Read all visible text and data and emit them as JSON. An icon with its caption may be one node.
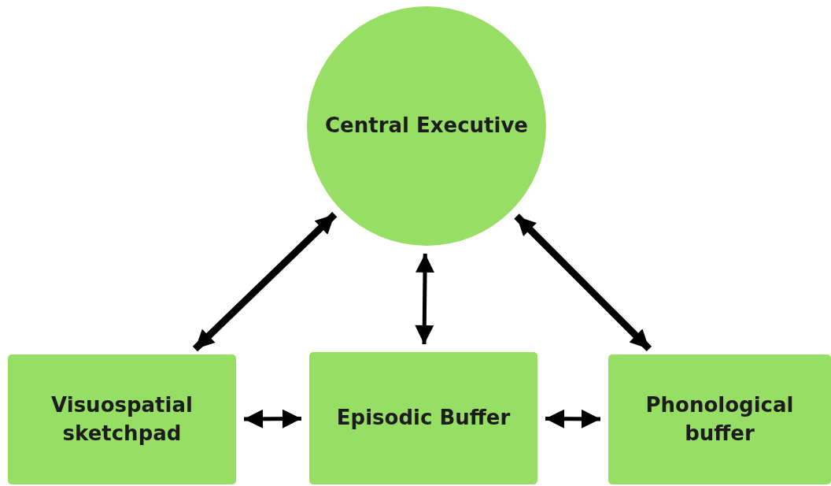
{
  "diagram": {
    "nodes": [
      {
        "text": [
          "Central Executive"
        ]
      },
      {
        "text": [
          "Visuospatial sketchpad"
        ]
      },
      {
        "text": [
          "Episodic Buffer"
        ]
      },
      {
        "text": [
          "Phonological buffer"
        ]
      }
    ],
    "edges": [
      {
        "from": 0,
        "to": 1,
        "arrow": "both",
        "style": "thick"
      },
      {
        "from": 0,
        "to": 2,
        "arrow": "both"
      },
      {
        "from": 0,
        "to": 3,
        "arrow": "both",
        "style": "thick"
      },
      {
        "from": 1,
        "to": 2,
        "arrow": "both"
      },
      {
        "from": 2,
        "to": 3,
        "arrow": "both"
      }
    ]
  }
}
